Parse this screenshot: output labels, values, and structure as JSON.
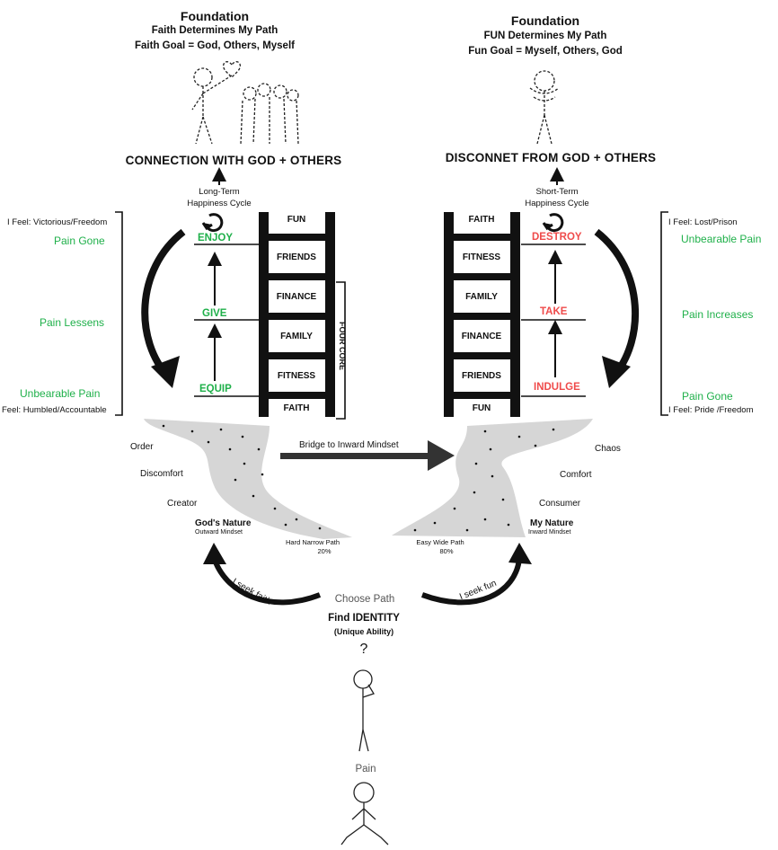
{
  "left": {
    "foundation": "Foundation",
    "determines": "Faith Determines My Path",
    "goal": "Faith Goal = God, Others, Myself",
    "banner": "CONNECTION WITH GOD + OTHERS",
    "cycle_line1": "Long-Term",
    "cycle_line2": "Happiness Cycle",
    "feel_top": "I Feel: Victorious/Freedom",
    "feel_bottom": "Feel: Humbled/Accountable",
    "pain_top": "Pain Gone",
    "pain_mid": "Pain Lessens",
    "pain_bottom": "Unbearable Pain",
    "steps": [
      "ENJOY",
      "GIVE",
      "EQUIP"
    ],
    "ladder": [
      "FUN",
      "FRIENDS",
      "FINANCE",
      "FAMILY",
      "FITNESS",
      "FAITH"
    ],
    "four_core": "FOUR CORE",
    "traits": [
      "Order",
      "Discomfort",
      "Creator"
    ],
    "nature": "God's Nature",
    "mindset": "Outward Mindset",
    "path_name": "Hard Narrow Path",
    "path_pct": "20%",
    "seek": "I seek faith"
  },
  "right": {
    "foundation": "Foundation",
    "determines": "FUN Determines My Path",
    "goal": "Fun Goal = Myself, Others, God",
    "banner": "DISCONNET FROM GOD + OTHERS",
    "cycle_line1": "Short-Term",
    "cycle_line2": "Happiness Cycle",
    "feel_top": "I Feel: Lost/Prison",
    "feel_bottom": "I Feel: Pride /Freedom",
    "pain_top": "Unbearable Pain",
    "pain_mid": "Pain Increases",
    "pain_bottom": "Pain Gone",
    "steps": [
      "DESTROY",
      "TAKE",
      "INDULGE"
    ],
    "ladder": [
      "FAITH",
      "FITNESS",
      "FAMILY",
      "FINANCE",
      "FRIENDS",
      "FUN"
    ],
    "traits": [
      "Chaos",
      "Comfort",
      "Consumer"
    ],
    "nature": "My Nature",
    "mindset": "Inward Mindset",
    "path_name": "Easy Wide Path",
    "path_pct": "80%",
    "seek": "I seek fun"
  },
  "bridge": "Bridge to Inward Mindset",
  "center": {
    "choose": "Choose Path",
    "identity": "Find IDENTITY",
    "unique": "(Unique Ability)",
    "question": "?",
    "pain": "Pain"
  },
  "colors": {
    "green": "#1fb04a",
    "red": "#ef4b4b",
    "path": "#d6d6d6",
    "ink": "#111111"
  }
}
